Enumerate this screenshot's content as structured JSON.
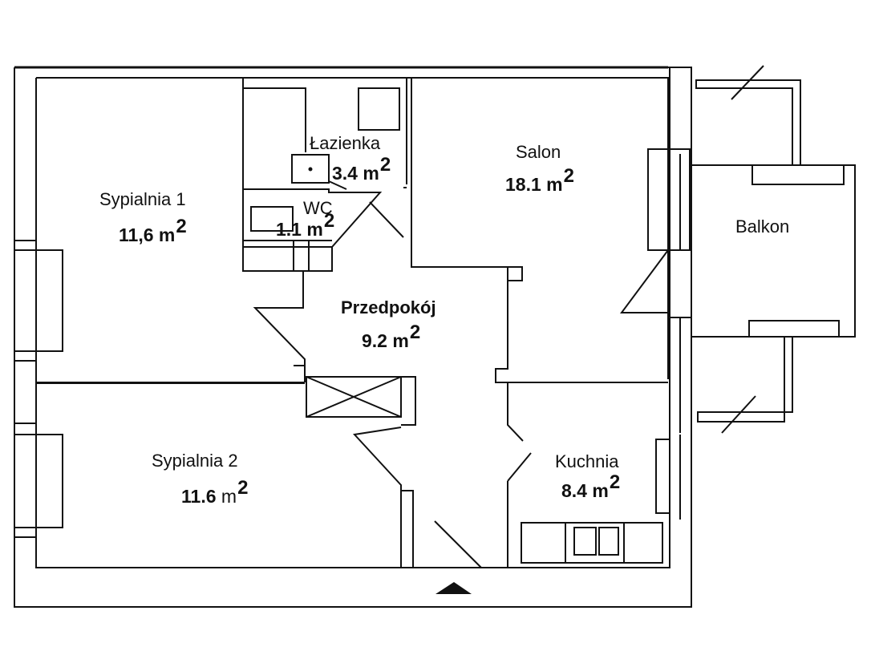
{
  "rooms": {
    "bedroom1": {
      "name": "Sypialnia 1",
      "area": "11,6 m",
      "exp": "2"
    },
    "bathroom": {
      "name": "Łazienka",
      "area": "3.4 m",
      "exp": "2"
    },
    "wc": {
      "name": "WC",
      "area": "1.1 m",
      "exp": "2"
    },
    "salon": {
      "name": "Salon",
      "area": "18.1 m",
      "exp": "2"
    },
    "balcony": {
      "name": "Balkon"
    },
    "hall": {
      "name": "Przedpokój",
      "area": "9.2 m",
      "exp": "2"
    },
    "bedroom2": {
      "name": "Sypialnia 2",
      "area_num": "11.6",
      "area_unit": "m",
      "exp": "2"
    },
    "kitchen": {
      "name": "Kuchnia",
      "area": "8.4 m",
      "exp": "2"
    }
  },
  "colors": {
    "ink": "#111111",
    "paper": "#ffffff"
  },
  "icons": {
    "entrance": "entrance-arrow-icon"
  }
}
